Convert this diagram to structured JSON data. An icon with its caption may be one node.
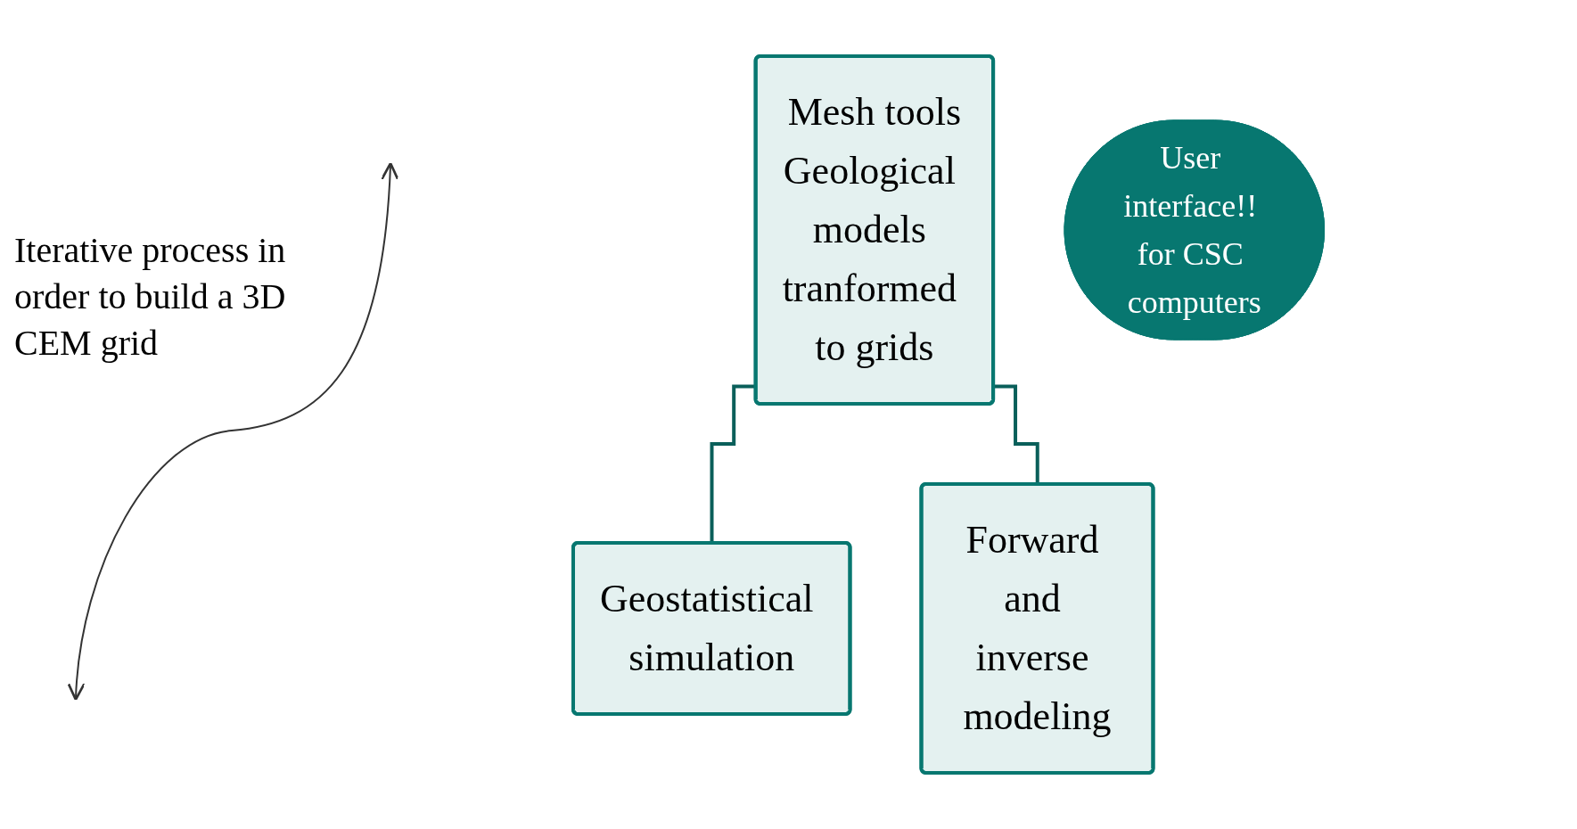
{
  "diagram": {
    "nodes": [
      {
        "text": [
          "Mesh tools",
          "Geological models tranformed to grids"
        ]
      },
      {
        "text": [
          "Geostatistical simulation"
        ]
      },
      {
        "text": [
          "Forward and inverse modeling"
        ]
      },
      {
        "text": [
          "User interface!! for CSC computers"
        ]
      }
    ],
    "edges": [
      {
        "from": 0,
        "to": 1,
        "arrow": "none"
      },
      {
        "from": 0,
        "to": 2,
        "arrow": "none"
      }
    ],
    "labels": [
      "Iterative process in order to build a 3D CEM grid"
    ]
  }
}
